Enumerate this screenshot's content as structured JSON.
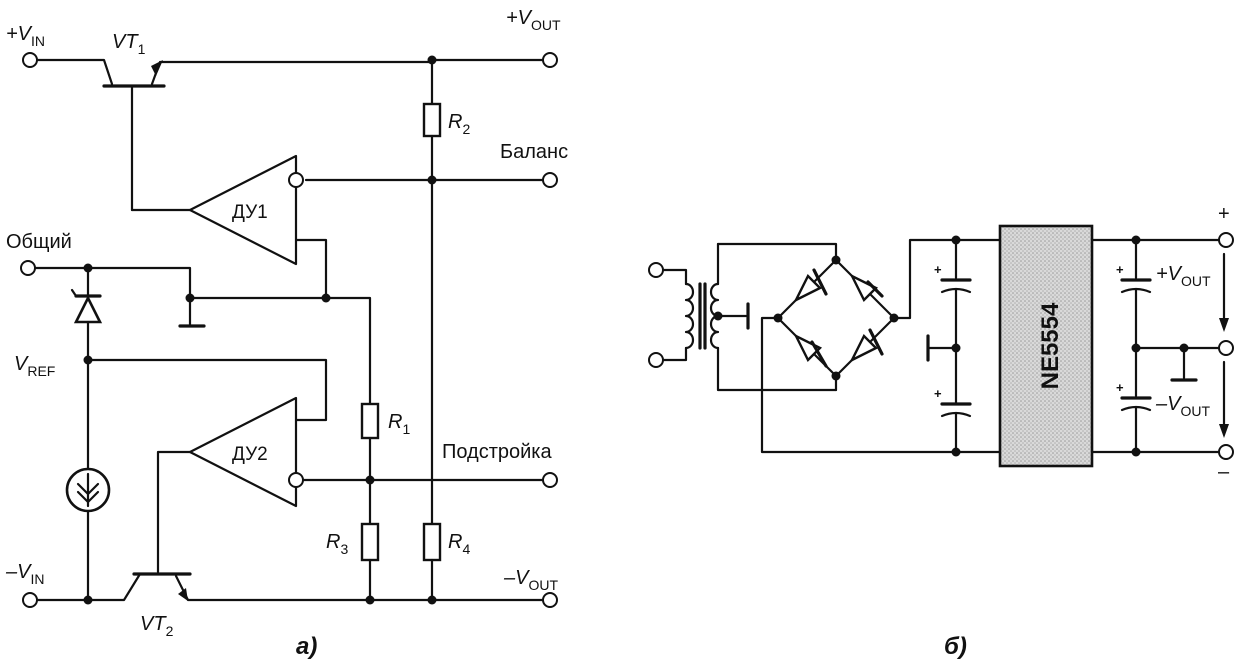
{
  "circuit_a": {
    "caption": "а)",
    "terminals": {
      "vin_plus": {
        "main": "+V",
        "sub": "IN"
      },
      "vout_plus": {
        "main": "+V",
        "sub": "OUT"
      },
      "balance": "Баланс",
      "common": "Общий",
      "vref": {
        "main": "V",
        "sub": "REF"
      },
      "trim": "Подстройка",
      "vin_minus": {
        "main": "–V",
        "sub": "IN"
      },
      "vout_minus": {
        "main": "–V",
        "sub": "OUT"
      }
    },
    "transistors": {
      "vt1": {
        "main": "VT",
        "sub": "1"
      },
      "vt2": {
        "main": "VT",
        "sub": "2"
      }
    },
    "amplifiers": {
      "du1": "ДУ1",
      "du2": "ДУ2"
    },
    "resistors": {
      "r1": {
        "main": "R",
        "sub": "1"
      },
      "r2": {
        "main": "R",
        "sub": "2"
      },
      "r3": {
        "main": "R",
        "sub": "3"
      },
      "r4": {
        "main": "R",
        "sub": "4"
      }
    }
  },
  "circuit_b": {
    "caption": "б)",
    "chip": "NE5554",
    "plus_sign": "+",
    "minus_sign": "–",
    "vout_plus": {
      "main": "+V",
      "sub": "OUT"
    },
    "vout_minus": {
      "main": "–V",
      "sub": "OUT"
    },
    "cap_plus": "+"
  }
}
